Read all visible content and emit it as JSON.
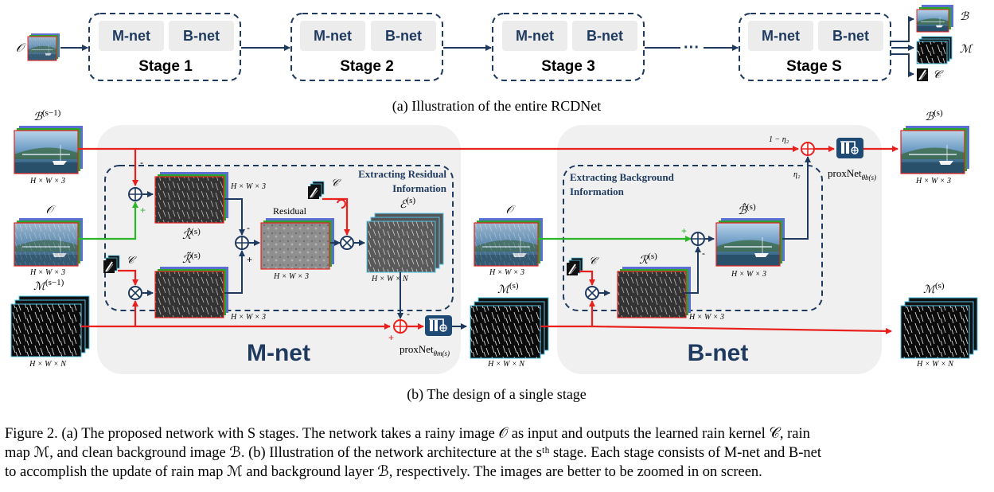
{
  "part_a": {
    "caption": "(a)  Illustration of the entire RCDNet",
    "input_label": "𝒪",
    "stages": [
      {
        "m": "M-net",
        "b": "B-net",
        "label": "Stage 1"
      },
      {
        "m": "M-net",
        "b": "B-net",
        "label": "Stage 2"
      },
      {
        "m": "M-net",
        "b": "B-net",
        "label": "Stage 3"
      },
      {
        "m": "M-net",
        "b": "B-net",
        "label": "Stage S"
      }
    ],
    "ellipsis": "···",
    "outputs": [
      "ℬ",
      "ℳ",
      "𝒞"
    ]
  },
  "part_b": {
    "caption": "(b)  The design of a single stage",
    "mnet_title": "M-net",
    "bnet_title": "B-net",
    "b_prev_sym": "ℬ",
    "b_prev_sup": "(s−1)",
    "b_prev_dim": "H × W × 3",
    "o_sym": "𝒪",
    "o_dim": "H × W × 3",
    "m_prev_sym": "ℳ",
    "m_prev_sup": "(s−1)",
    "m_prev_dim": "H × W × N",
    "c_sym": "𝒞",
    "rhat_sym": "ℛ̂",
    "rhat_sup": "(s)",
    "rhat_dim": "H × W × 3",
    "rtilde_sym": "ℛ̃",
    "rtilde_sup": "(s)",
    "rtilde_dim": "H × W × 3",
    "residual_label": "Residual",
    "residual_dim": "H × W × 3",
    "e_sym": "ℰ",
    "e_sup": "(s)",
    "e_dim": "H × W × N",
    "extract_residual": [
      "Extracting Residual",
      "Information"
    ],
    "proxnet_m": "proxNet",
    "proxnet_m_sub": "θm(s)",
    "m_s_sym": "ℳ",
    "m_s_sup": "(s)",
    "m_s_dim": "H × W × N",
    "o2_sym": "𝒪",
    "o2_dim": "H × W × 3",
    "extract_background": [
      "Extracting Background",
      "Information"
    ],
    "r_sym": "ℛ",
    "r_sup": "(s)",
    "r_dim": "H × W × 3",
    "bhat_sym": "ℬ̂",
    "bhat_sup": "(s)",
    "bhat_dim": "H × W × 3",
    "eta_top": "1 − η₂",
    "eta": "η₂",
    "proxnet_b": "proxNet",
    "proxnet_b_sub": "θb(s)",
    "b_out_sym": "ℬ",
    "b_out_sup": "(s)",
    "b_out_dim": "H × W × 3",
    "m_out_sym": "ℳ",
    "m_out_sup": "(s)",
    "m_out_dim": "H × W × N",
    "minus": "-",
    "plus": "+"
  },
  "figure_caption": [
    "Figure 2. (a) The proposed network with S stages. The network takes a rainy image 𝒪 as input and outputs the learned rain kernel 𝒞, rain",
    "map ℳ, and clean background image ℬ. (b) Illustration of the network architecture at the sᵗʰ stage. Each stage consists of M-net and B-net",
    "to accomplish the update of rain map ℳ and background layer ℬ, respectively. The images are better to be zoomed in on screen."
  ],
  "colors": {
    "red_arrow": "#e8211d",
    "green_arrow": "#2db52a",
    "navy": "#1f3a5f",
    "panel_bg": "#f0f0f0",
    "block_bg": "#ececec"
  }
}
